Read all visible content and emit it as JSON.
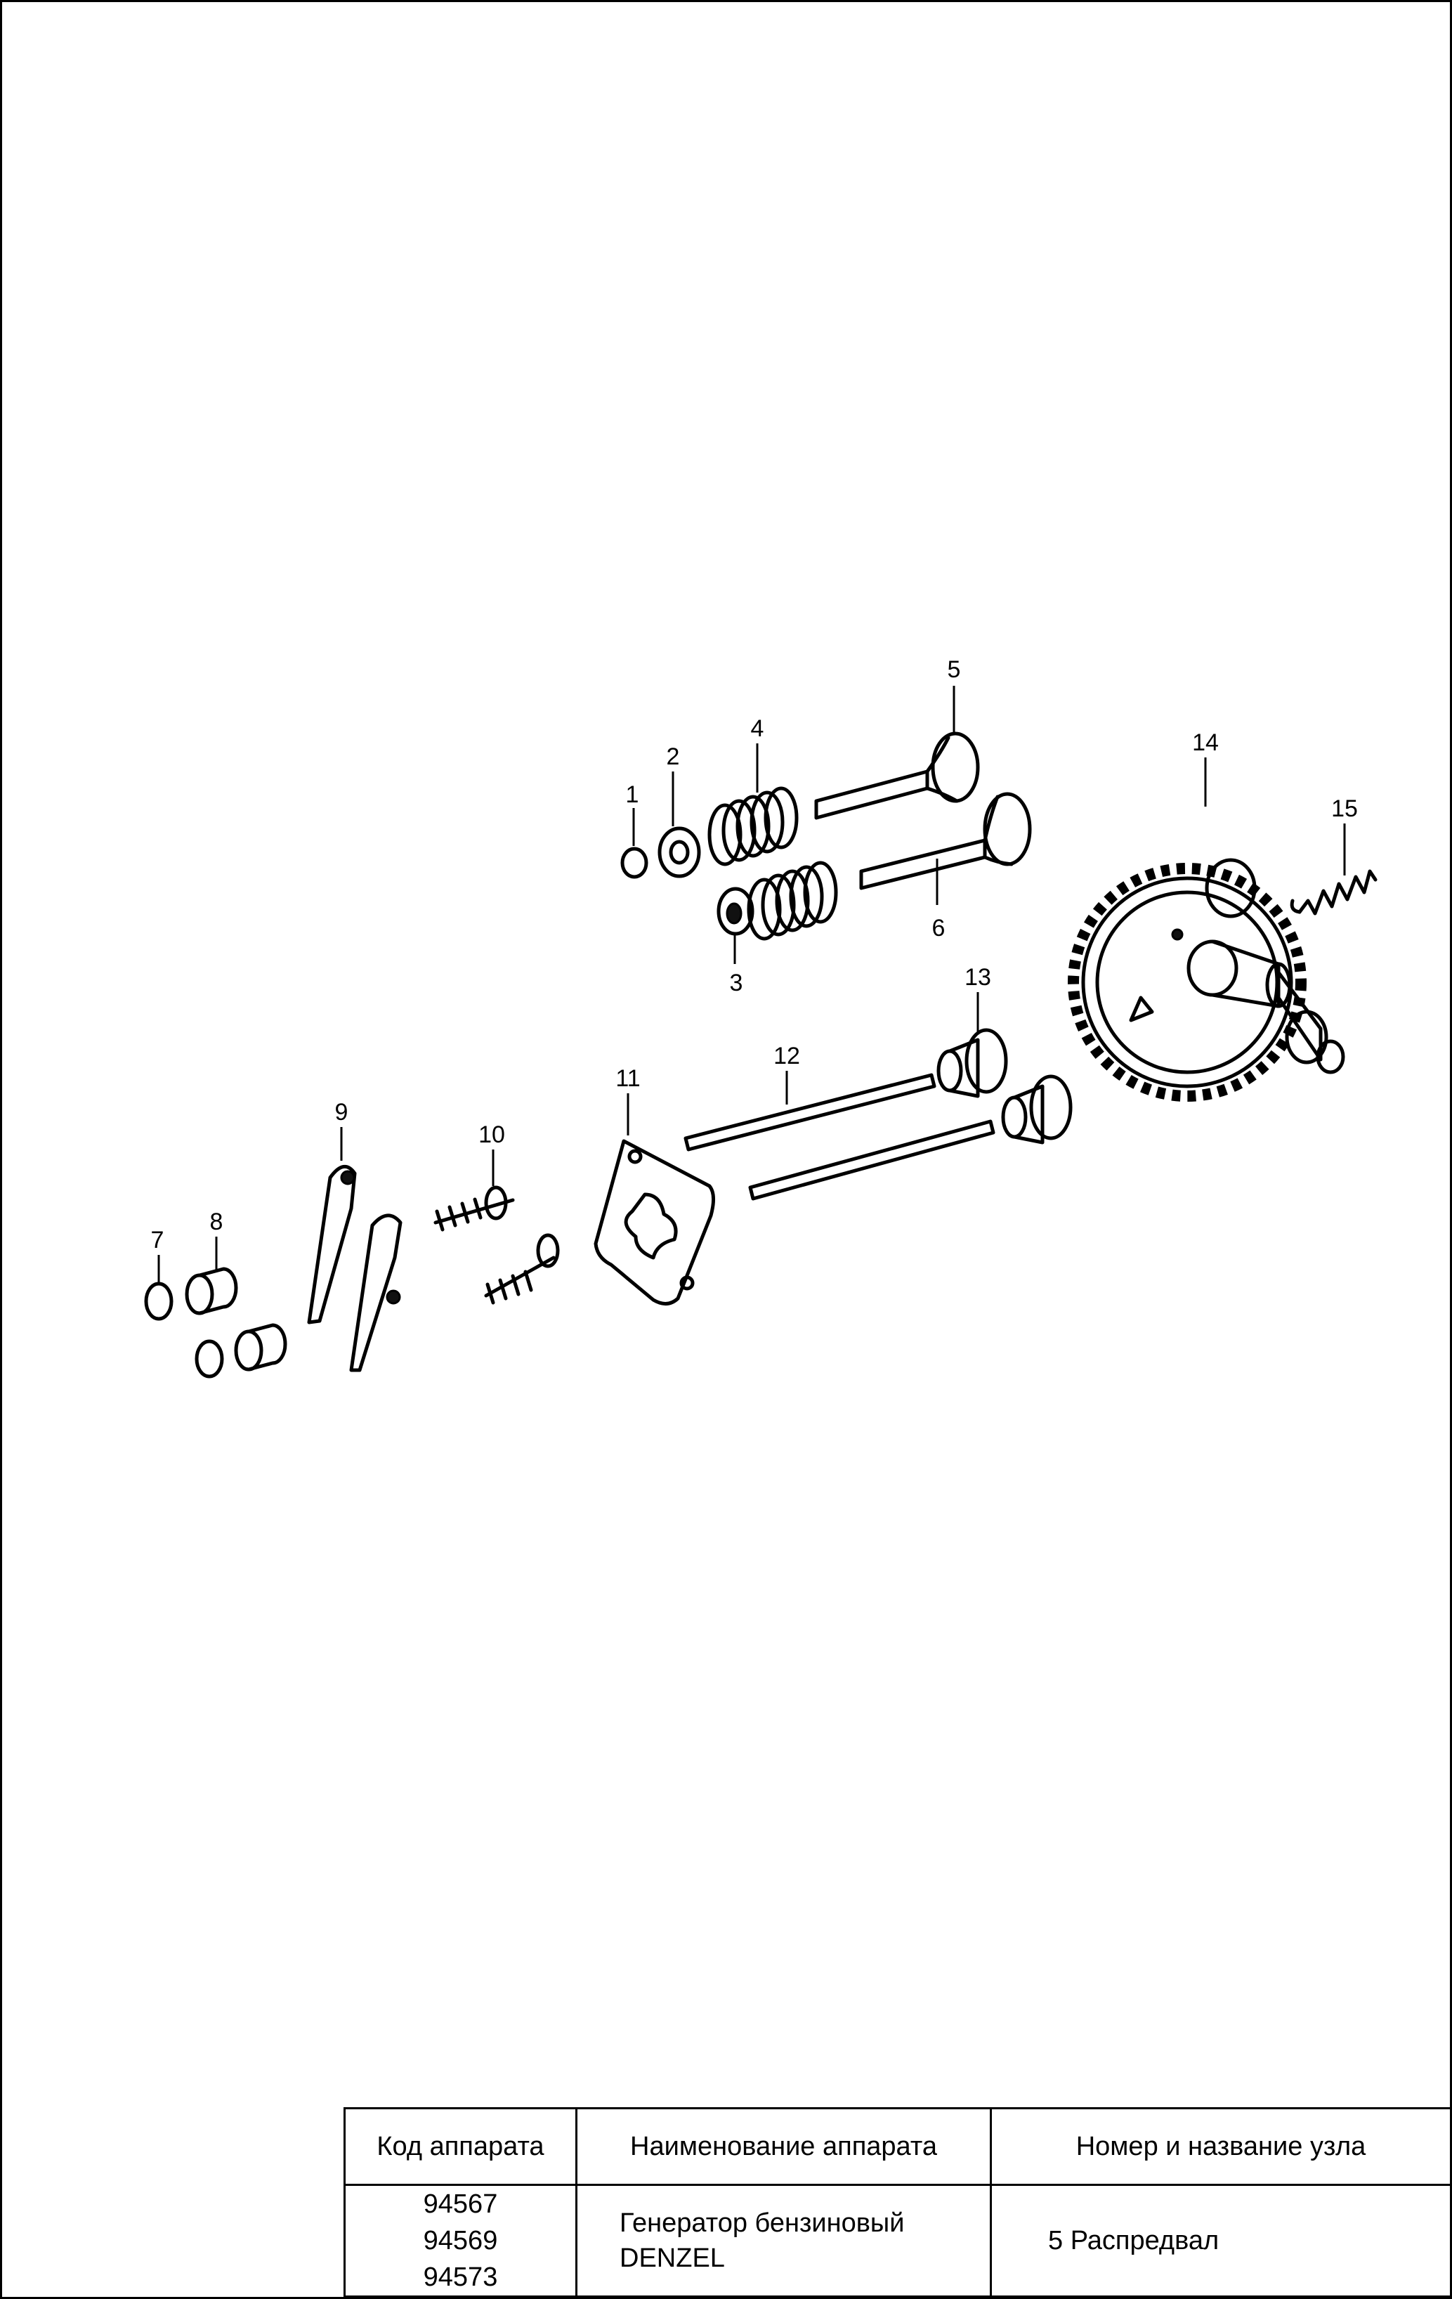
{
  "callouts": [
    "1",
    "2",
    "3",
    "4",
    "5",
    "6",
    "7",
    "8",
    "9",
    "10",
    "11",
    "12",
    "13",
    "14",
    "15"
  ],
  "titleblock": {
    "header_code": "Код аппарата",
    "header_name": "Наименование аппарата",
    "header_node": "Номер и название узла",
    "codes": [
      "94567",
      "94569",
      "94573"
    ],
    "name_line1": "Генератор бензиновый",
    "name_line2": "DENZEL",
    "node": "5 Распредвал"
  }
}
